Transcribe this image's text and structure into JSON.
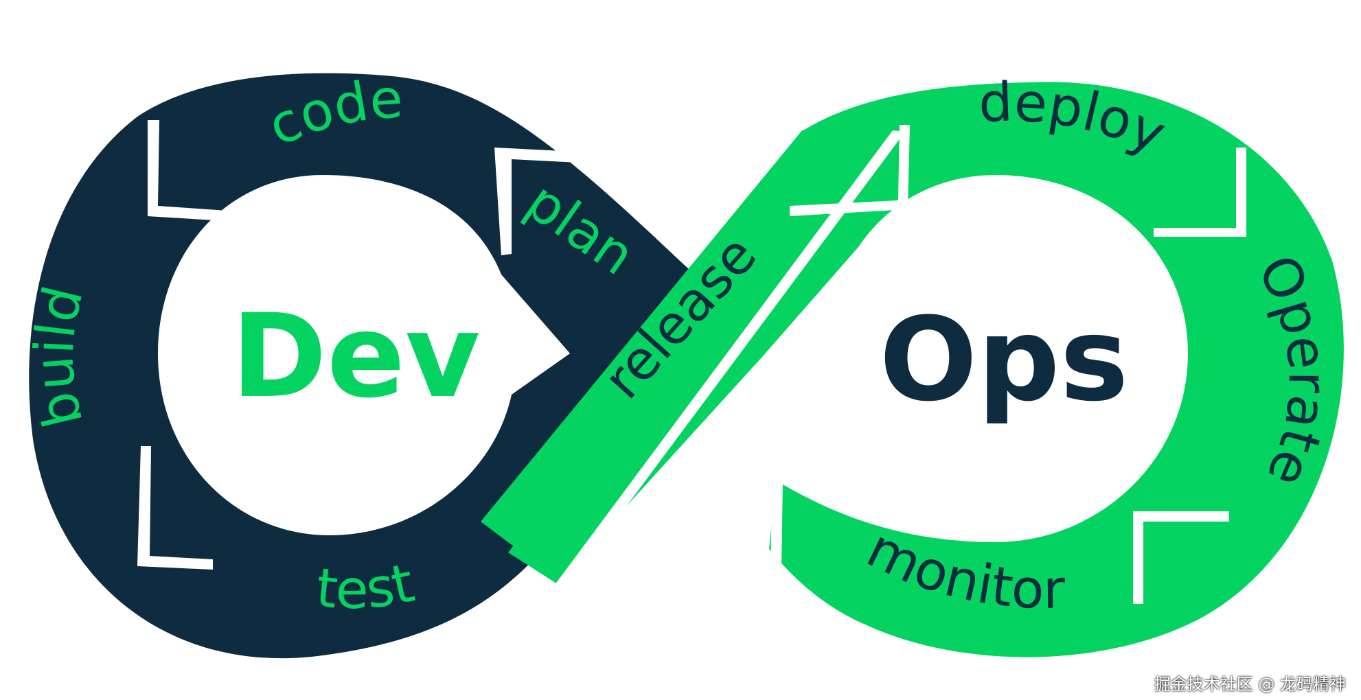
{
  "colors": {
    "dev": "#0f2b3f",
    "ops": "#04d361",
    "gap": "#ffffff"
  },
  "dev_loop": {
    "title": "Dev",
    "stages": [
      "plan",
      "code",
      "build",
      "test"
    ]
  },
  "ops_loop": {
    "title": "Ops",
    "stages": [
      "release",
      "deploy",
      "Operate",
      "monitor"
    ]
  },
  "watermark": "掘金技术社区 @ 龙码精神"
}
